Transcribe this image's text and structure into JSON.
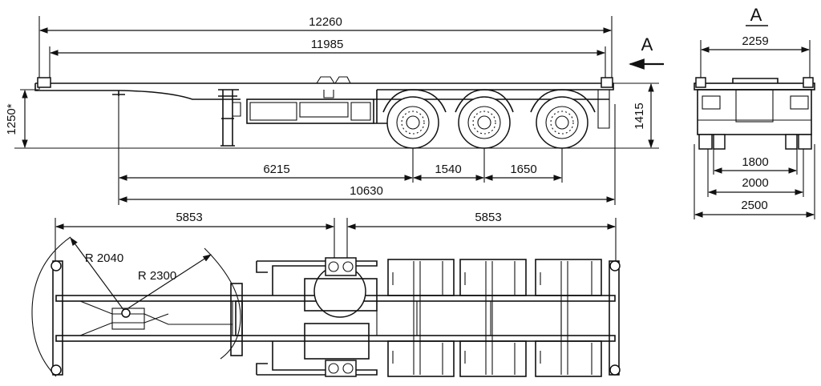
{
  "side_view": {
    "dims": {
      "overall_length": "12260",
      "platform_length": "11985",
      "coupling_height": "1250*",
      "deck_height": "1415",
      "kingpin_to_axle1": "6215",
      "axle1_to_axle2": "1540",
      "axle2_to_axle3": "1650",
      "kingpin_to_rear": "10630"
    },
    "view_arrow_label": "A"
  },
  "rear_view": {
    "title": "A",
    "dims": {
      "width_top": "2259",
      "track_inner": "1800",
      "track_outer": "2000",
      "overall_width": "2500"
    }
  },
  "top_view": {
    "dims": {
      "front_half": "5853",
      "rear_half": "5853",
      "radius_small": "R 2040",
      "radius_large": "R 2300"
    }
  }
}
